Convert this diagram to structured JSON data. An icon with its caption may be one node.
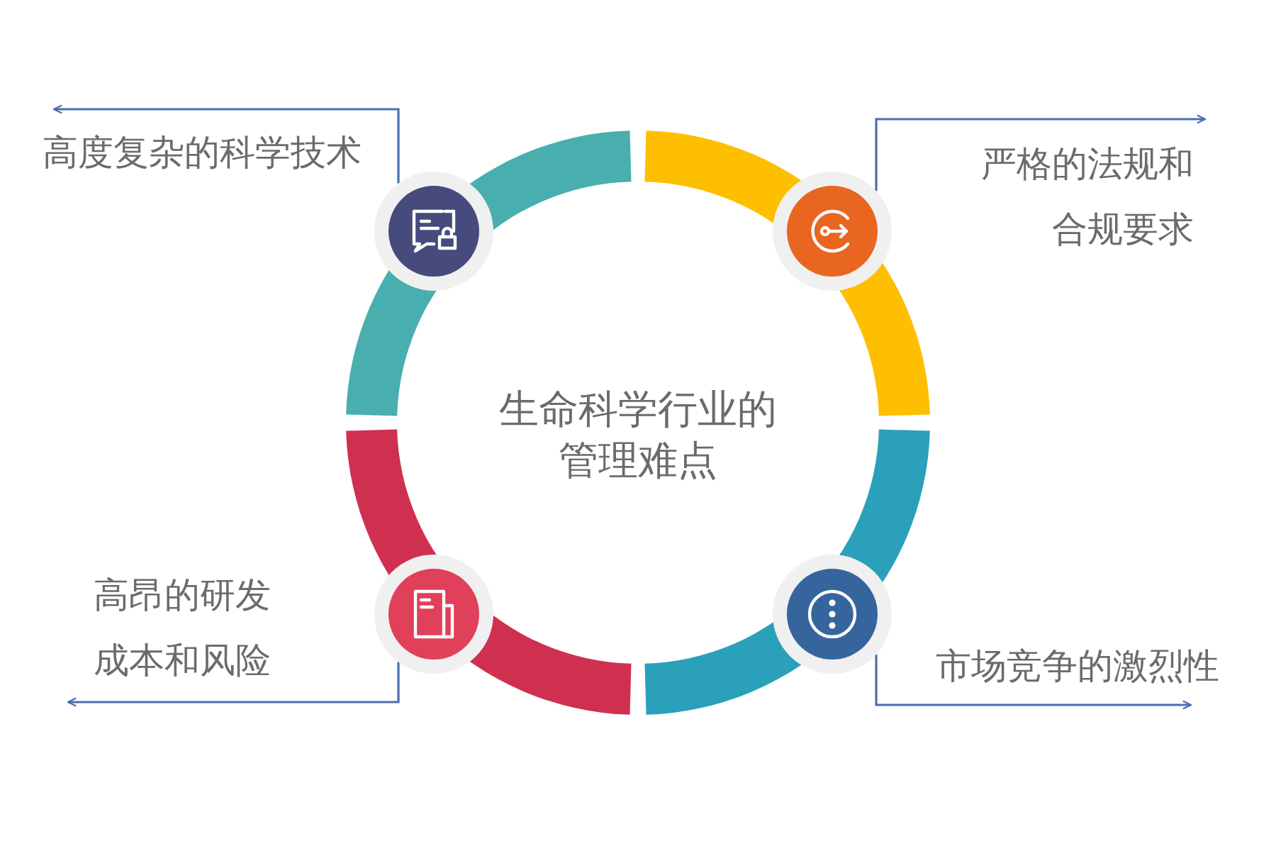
{
  "diagram": {
    "nodes": [
      {
        "text": [
          "生命科学行业的管理难点"
        ]
      },
      {
        "text": [],
        "shape": "circle",
        "beside": [
          "高度复杂的科学技术"
        ]
      },
      {
        "text": [],
        "shape": "circle",
        "beside": [
          "严格的法规和合规要求"
        ]
      },
      {
        "text": [],
        "shape": "circle",
        "beside": [
          "高昂的研发成本和风险"
        ]
      },
      {
        "text": [],
        "shape": "circle",
        "beside": [
          "市场竞争的激烈性"
        ]
      }
    ],
    "edges": [
      {
        "from": 1,
        "to": null,
        "arrow": "to"
      },
      {
        "from": 2,
        "to": null,
        "arrow": "to"
      },
      {
        "from": 3,
        "to": null,
        "arrow": "to"
      },
      {
        "from": 4,
        "to": null,
        "arrow": "to"
      }
    ]
  }
}
